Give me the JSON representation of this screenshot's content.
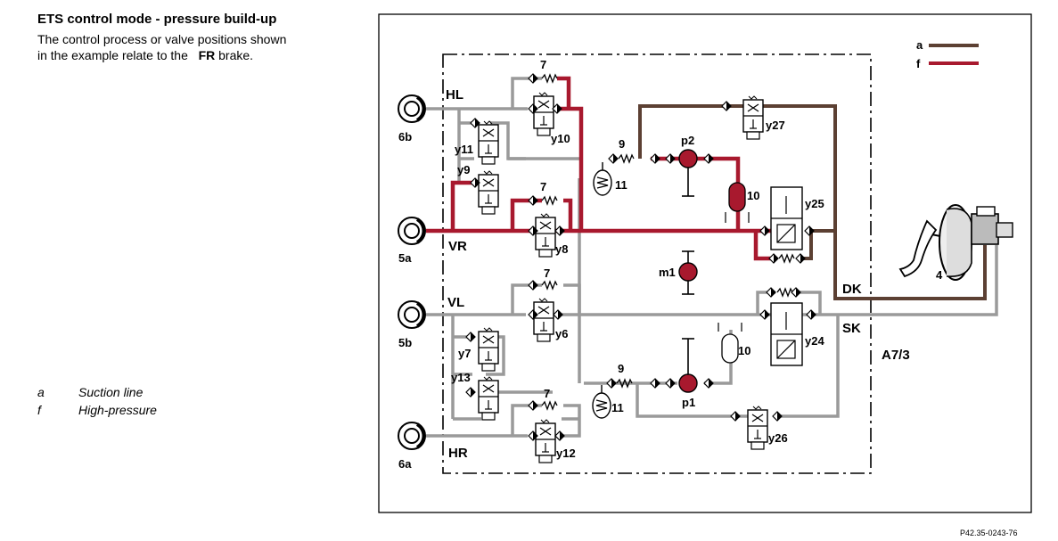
{
  "header": {
    "title": "ETS control mode - pressure build-up",
    "desc_line1": "The control process or valve positions shown",
    "desc_line2_pre": "in the example  relate to the",
    "desc_line2_bold": "FR",
    "desc_line2_post": " brake."
  },
  "legend": {
    "a_key": "a",
    "a_label": "Suction line",
    "f_key": "f",
    "f_label": "High-pressure",
    "diagram_a": "a",
    "diagram_f": "f"
  },
  "colors": {
    "suction": "#5c4033",
    "high_pressure": "#a8192e",
    "line": "#9a9a9a",
    "frame": "#000000"
  },
  "labels": {
    "HL": "HL",
    "VR": "VR",
    "VL": "VL",
    "HR": "HR",
    "w6b": "6b",
    "w5a": "5a",
    "w5b": "5b",
    "w6a": "6a",
    "y11": "y11",
    "y9": "y9",
    "y10": "y10",
    "y8": "y8",
    "y7": "y7",
    "y13": "y13",
    "y6": "y6",
    "y12": "y12",
    "y27": "y27",
    "y25": "y25",
    "y24": "y24",
    "y26": "y26",
    "n7a": "7",
    "n7b": "7",
    "n7c": "7",
    "n7d": "7",
    "n9a": "9",
    "n9b": "9",
    "n11a": "11",
    "n11b": "11",
    "n10a": "10",
    "n10b": "10",
    "p2": "p2",
    "p1": "p1",
    "m1": "m1",
    "DK": "DK",
    "SK": "SK",
    "A73": "A7/3",
    "n4": "4"
  },
  "figure_code": "P42.35-0243-76"
}
